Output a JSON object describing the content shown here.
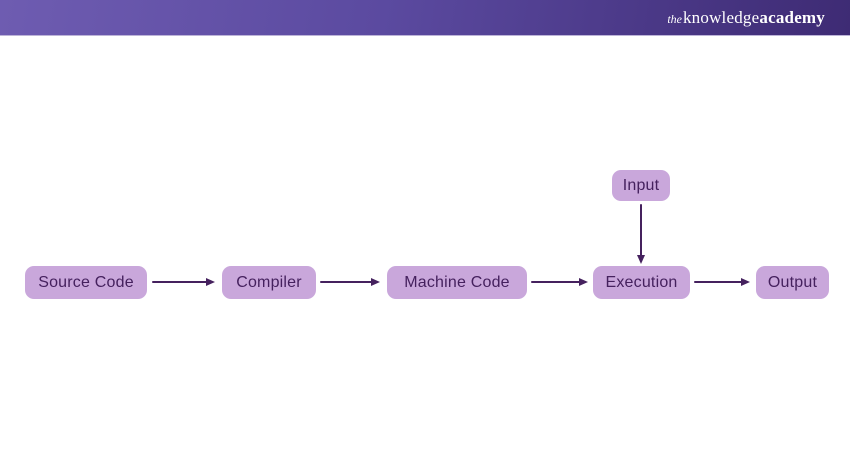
{
  "colors": {
    "header_gradient_left": "#6E5CB1",
    "header_gradient_right": "#3E2B74",
    "node_fill": "#C9A7DB",
    "node_text": "#45215E",
    "arrow": "#45215E"
  },
  "header": {
    "logo_the": "the",
    "logo_knowledge": "knowledge",
    "logo_academy": "academy"
  },
  "diagram": {
    "type": "flowchart",
    "nodes": [
      {
        "id": "source-code",
        "label": "Source Code"
      },
      {
        "id": "compiler",
        "label": "Compiler"
      },
      {
        "id": "machine-code",
        "label": "Machine Code"
      },
      {
        "id": "execution",
        "label": "Execution"
      },
      {
        "id": "output",
        "label": "Output"
      },
      {
        "id": "input",
        "label": "Input"
      }
    ],
    "edges": [
      {
        "from": "source-code",
        "to": "compiler",
        "direction": "right"
      },
      {
        "from": "compiler",
        "to": "machine-code",
        "direction": "right"
      },
      {
        "from": "machine-code",
        "to": "execution",
        "direction": "right"
      },
      {
        "from": "execution",
        "to": "output",
        "direction": "right"
      },
      {
        "from": "input",
        "to": "execution",
        "direction": "down"
      }
    ]
  }
}
